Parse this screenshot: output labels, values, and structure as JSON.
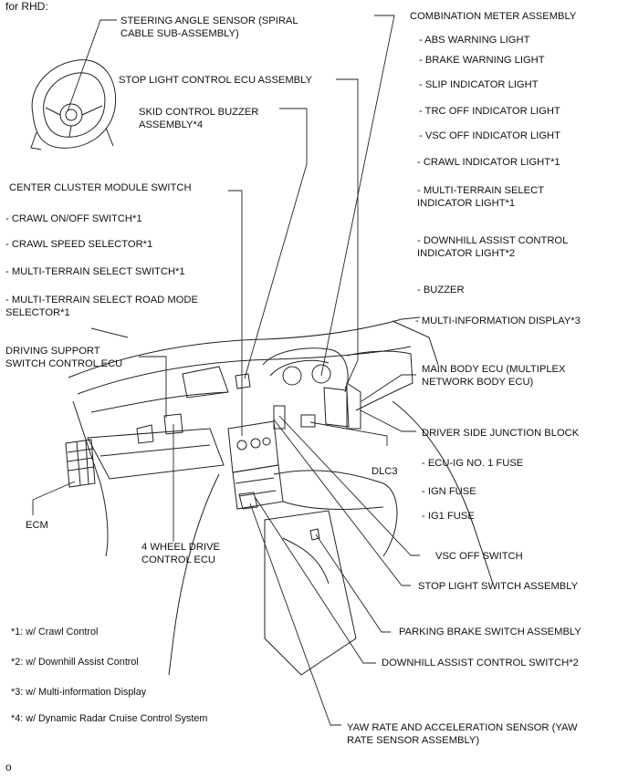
{
  "header": "for RHD:",
  "labels": {
    "steering_sensor": "STEERING ANGLE SENSOR (SPIRAL\nCABLE SUB-ASSEMBLY)",
    "stop_light_ecu": "STOP LIGHT CONTROL ECU ASSEMBLY",
    "skid_buzzer": "SKID CONTROL BUZZER\nASSEMBLY*4",
    "center_cluster": "CENTER CLUSTER MODULE SWITCH",
    "crawl_onoff": "- CRAWL ON/OFF SWITCH*1",
    "crawl_speed": "- CRAWL SPEED SELECTOR*1",
    "mts_switch": "- MULTI-TERRAIN SELECT SWITCH*1",
    "mts_road": "- MULTI-TERRAIN SELECT ROAD MODE\nSELECTOR*1",
    "driving_support": "DRIVING SUPPORT\nSWITCH CONTROL ECU",
    "ecm": "ECM",
    "four_wd": "4 WHEEL DRIVE\nCONTROL ECU",
    "combination_meter": "COMBINATION METER ASSEMBLY",
    "abs_light": "- ABS WARNING LIGHT",
    "brake_light": "- BRAKE WARNING LIGHT",
    "slip_light": "- SLIP INDICATOR LIGHT",
    "trc_light": "- TRC OFF INDICATOR LIGHT",
    "vsc_light": "- VSC OFF INDICATOR LIGHT",
    "crawl_light": "- CRAWL INDICATOR LIGHT*1",
    "mts_light": "- MULTI-TERRAIN SELECT\nINDICATOR LIGHT*1",
    "dac_light": "- DOWNHILL ASSIST CONTROL\nINDICATOR LIGHT*2",
    "buzzer": "- BUZZER",
    "mid": "- MULTI-INFORMATION DISPLAY*3",
    "main_body_ecu": "MAIN BODY ECU (MULTIPLEX\nNETWORK BODY ECU)",
    "junction_block": "DRIVER SIDE JUNCTION BLOCK",
    "ecu_ig_fuse": "- ECU-IG NO. 1 FUSE",
    "ign_fuse": "- IGN FUSE",
    "ig1_fuse": "- IG1 FUSE",
    "dlc3": "DLC3",
    "vsc_switch": "VSC OFF SWITCH",
    "stop_light_switch": "STOP LIGHT SWITCH ASSEMBLY",
    "parking_brake": "PARKING BRAKE SWITCH ASSEMBLY",
    "dac_switch": "DOWNHILL ASSIST CONTROL SWITCH*2",
    "yaw_rate": "YAW RATE AND ACCELERATION SENSOR (YAW\nRATE SENSOR ASSEMBLY)"
  },
  "notes": [
    "*1: w/ Crawl Control",
    "*2: w/ Downhill Assist Control",
    "*3: w/ Multi-information Display",
    "*4: w/ Dynamic Radar Cruise Control System"
  ],
  "footer": "o"
}
